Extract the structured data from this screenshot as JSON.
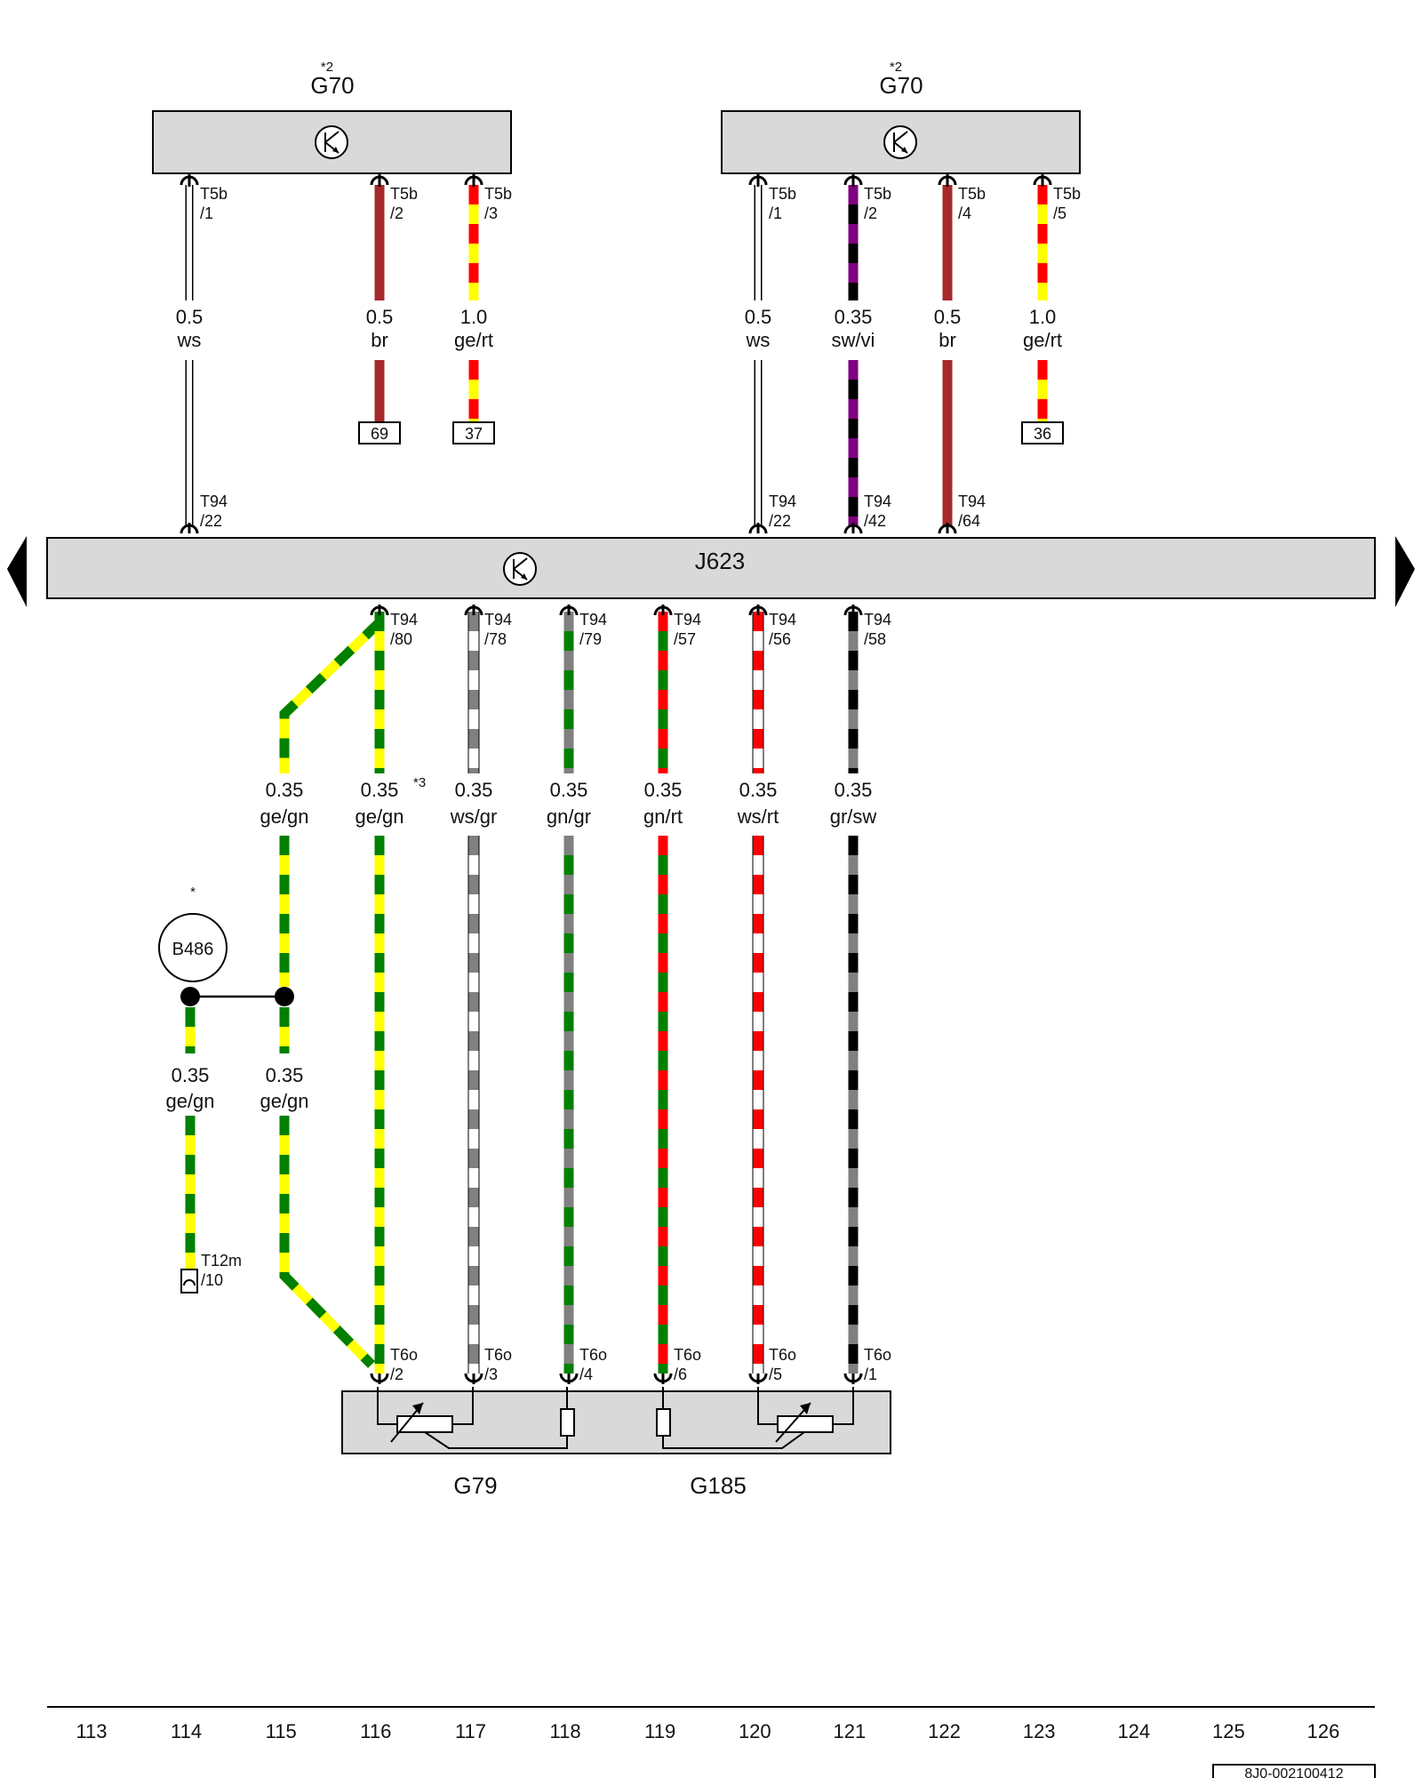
{
  "components": {
    "g70_left": {
      "name": "G70",
      "note": "*2"
    },
    "g70_right": {
      "name": "G70",
      "note": "*2"
    },
    "j623": {
      "name": "J623"
    },
    "b486": {
      "name": "B486",
      "note": "*"
    },
    "g79": {
      "name": "G79"
    },
    "g185": {
      "name": "G185"
    }
  },
  "wires_upper": [
    {
      "pin_top": "T5b",
      "pin_top_no": "/1",
      "size": "0.5",
      "color": "ws",
      "colors": [
        "#ffffff"
      ],
      "end": "T94",
      "end_no": "/22"
    },
    {
      "pin_top": "T5b",
      "pin_top_no": "/2",
      "size": "0.5",
      "color": "br",
      "colors": [
        "#a52a2a"
      ],
      "end": "69"
    },
    {
      "pin_top": "T5b",
      "pin_top_no": "/3",
      "size": "1.0",
      "color": "ge/rt",
      "colors": [
        "#ffff00",
        "#ff0000"
      ],
      "end": "37"
    },
    {
      "pin_top": "T5b",
      "pin_top_no": "/1",
      "size": "0.5",
      "color": "ws",
      "colors": [
        "#ffffff"
      ],
      "end": "T94",
      "end_no": "/22"
    },
    {
      "pin_top": "T5b",
      "pin_top_no": "/2",
      "size": "0.35",
      "color": "sw/vi",
      "colors": [
        "#000000",
        "#800080"
      ],
      "end": "T94",
      "end_no": "/42"
    },
    {
      "pin_top": "T5b",
      "pin_top_no": "/4",
      "size": "0.5",
      "color": "br",
      "colors": [
        "#a52a2a"
      ],
      "end": "T94",
      "end_no": "/64"
    },
    {
      "pin_top": "T5b",
      "pin_top_no": "/5",
      "size": "1.0",
      "color": "ge/rt",
      "colors": [
        "#ffff00",
        "#ff0000"
      ],
      "end": "36"
    }
  ],
  "wires_lower": [
    {
      "size": "0.35",
      "color": "ge/gn",
      "colors": [
        "#ffff00",
        "#008000"
      ]
    },
    {
      "pin_top": "T94",
      "pin_top_no": "/80",
      "size": "0.35",
      "note": "*3",
      "color": "ge/gn",
      "colors": [
        "#ffff00",
        "#008000"
      ],
      "pin_bot": "T6o",
      "pin_bot_no": "/2"
    },
    {
      "pin_top": "T94",
      "pin_top_no": "/78",
      "size": "0.35",
      "color": "ws/gr",
      "colors": [
        "#ffffff",
        "#808080"
      ],
      "pin_bot": "T6o",
      "pin_bot_no": "/3"
    },
    {
      "pin_top": "T94",
      "pin_top_no": "/79",
      "size": "0.35",
      "color": "gn/gr",
      "colors": [
        "#008000",
        "#808080"
      ],
      "pin_bot": "T6o",
      "pin_bot_no": "/4"
    },
    {
      "pin_top": "T94",
      "pin_top_no": "/57",
      "size": "0.35",
      "color": "gn/rt",
      "colors": [
        "#008000",
        "#ff0000"
      ],
      "pin_bot": "T6o",
      "pin_bot_no": "/6"
    },
    {
      "pin_top": "T94",
      "pin_top_no": "/56",
      "size": "0.35",
      "color": "ws/rt",
      "colors": [
        "#ffffff",
        "#ff0000"
      ],
      "pin_bot": "T6o",
      "pin_bot_no": "/5"
    },
    {
      "pin_top": "T94",
      "pin_top_no": "/58",
      "size": "0.35",
      "color": "gr/sw",
      "colors": [
        "#808080",
        "#000000"
      ],
      "pin_bot": "T6o",
      "pin_bot_no": "/1"
    }
  ],
  "branch_b486": {
    "size": "0.35",
    "color": "ge/gn",
    "pin": "T12m",
    "pin_no": "/10"
  },
  "branch_lower": {
    "size": "0.35",
    "color": "ge/gn"
  },
  "columns": [
    "113",
    "114",
    "115",
    "116",
    "117",
    "118",
    "119",
    "120",
    "121",
    "122",
    "123",
    "124",
    "125",
    "126"
  ],
  "doc_id": "8J0-002100412",
  "palette": {
    "box_fill": "#d9d9d9",
    "outline": "#000000"
  }
}
